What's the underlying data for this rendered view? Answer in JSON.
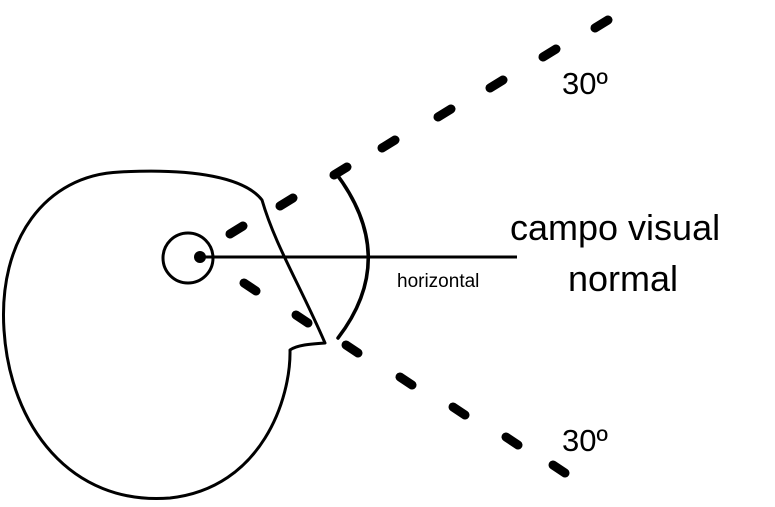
{
  "diagram": {
    "labels": {
      "upper_angle": "30º",
      "lower_angle": "30º",
      "line1": "campo visual",
      "line2": "normal",
      "axis": "horizontal"
    },
    "colors": {
      "ink": "#000000",
      "background": "#ffffff"
    }
  }
}
